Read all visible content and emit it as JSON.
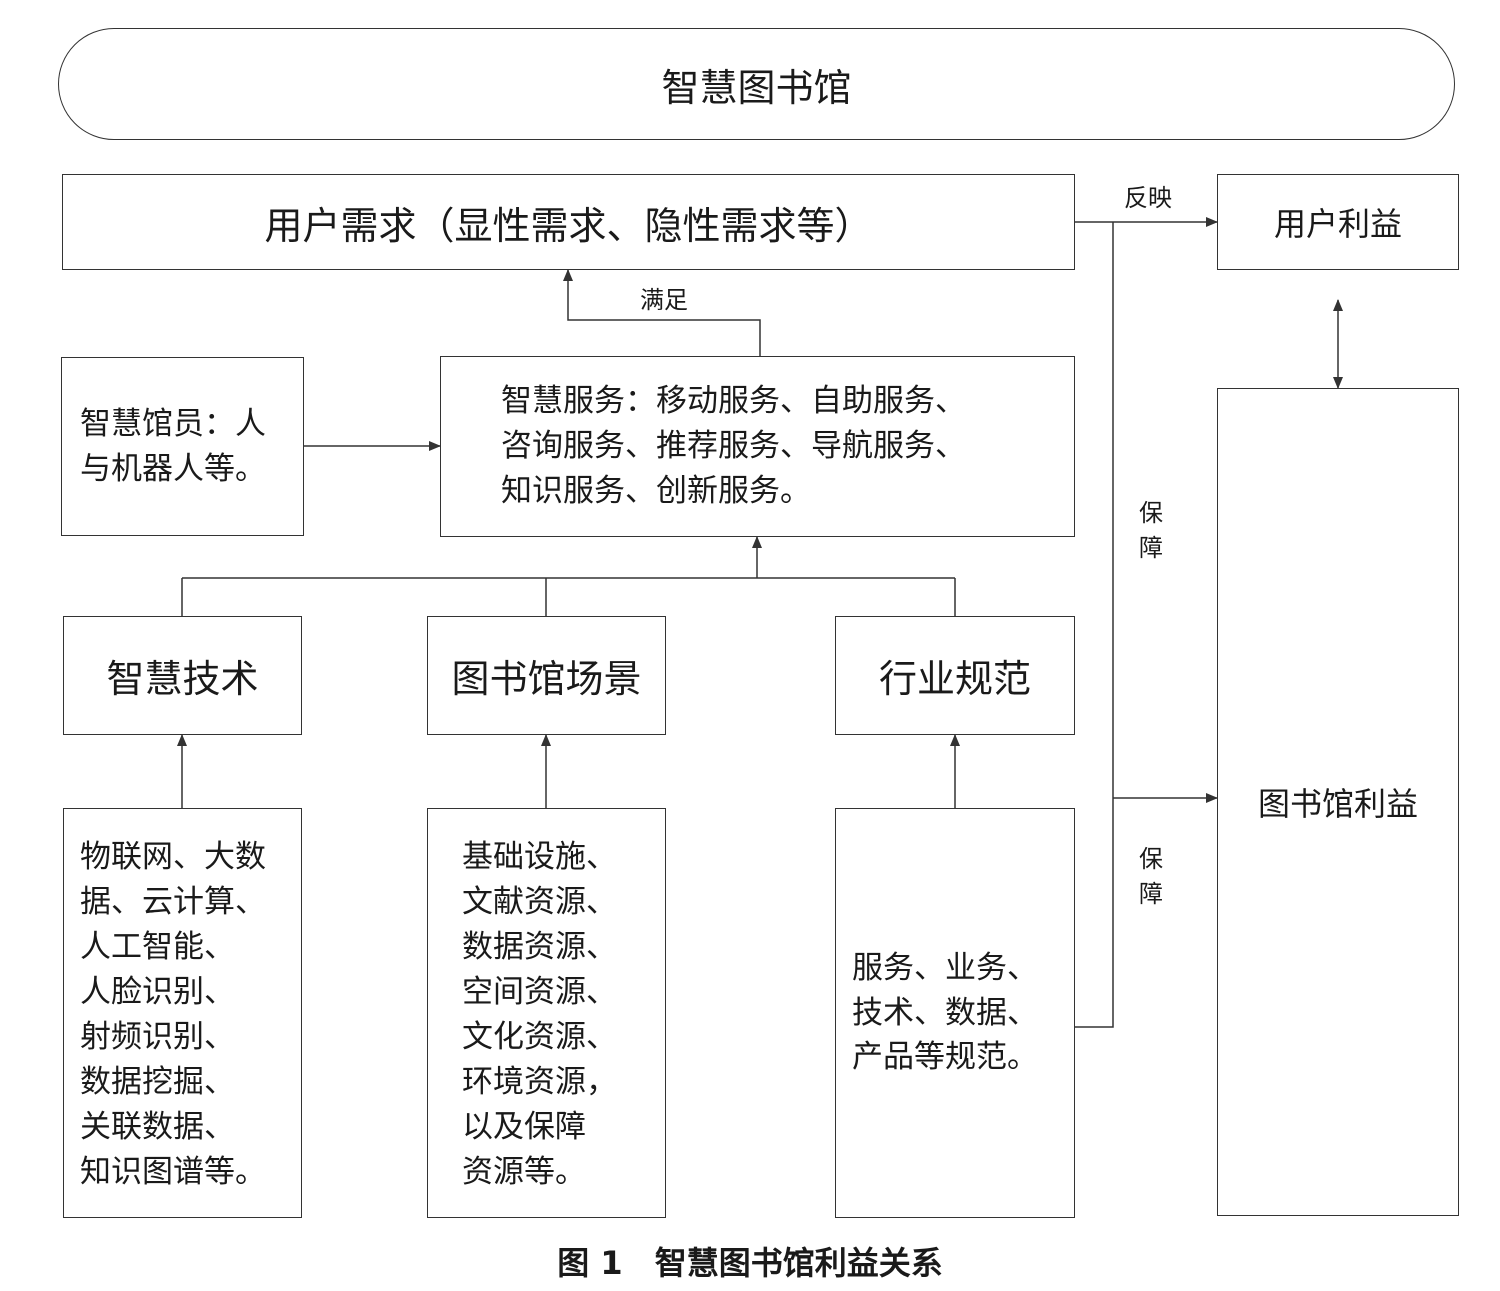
{
  "banner": {
    "title": "智慧图书馆"
  },
  "user_needs": {
    "text": "用户需求（显性需求、隐性需求等）"
  },
  "user_benefit": {
    "text": "用户利益"
  },
  "library_benefit": {
    "text": "图书馆利益"
  },
  "librarian": {
    "text": "智慧馆员：人\n与机器人等。"
  },
  "services": {
    "text": "智慧服务：移动服务、自助服务、\n咨询服务、推荐服务、导航服务、\n知识服务、创新服务。"
  },
  "categories": {
    "tech": {
      "title": "智慧技术",
      "detail": "物联网、大数\n据、云计算、\n人工智能、\n人脸识别、\n射频识别、\n数据挖掘、\n关联数据、\n知识图谱等。"
    },
    "scene": {
      "title": "图书馆场景",
      "detail": "基础设施、\n文献资源、\n数据资源、\n空间资源、\n文化资源、\n环境资源，\n以及保障\n资源等。"
    },
    "norms": {
      "title": "行业规范",
      "detail": "服务、业务、\n技术、数据、\n产品等规范。"
    }
  },
  "edge_labels": {
    "satisfy": "满足",
    "reflect": "反映",
    "guarantee_upper": "保\n障",
    "guarantee_lower": "保\n障"
  },
  "caption": "图 1　智慧图书馆利益关系",
  "colors": {
    "line": "#333333",
    "text": "#1a1a1a"
  }
}
